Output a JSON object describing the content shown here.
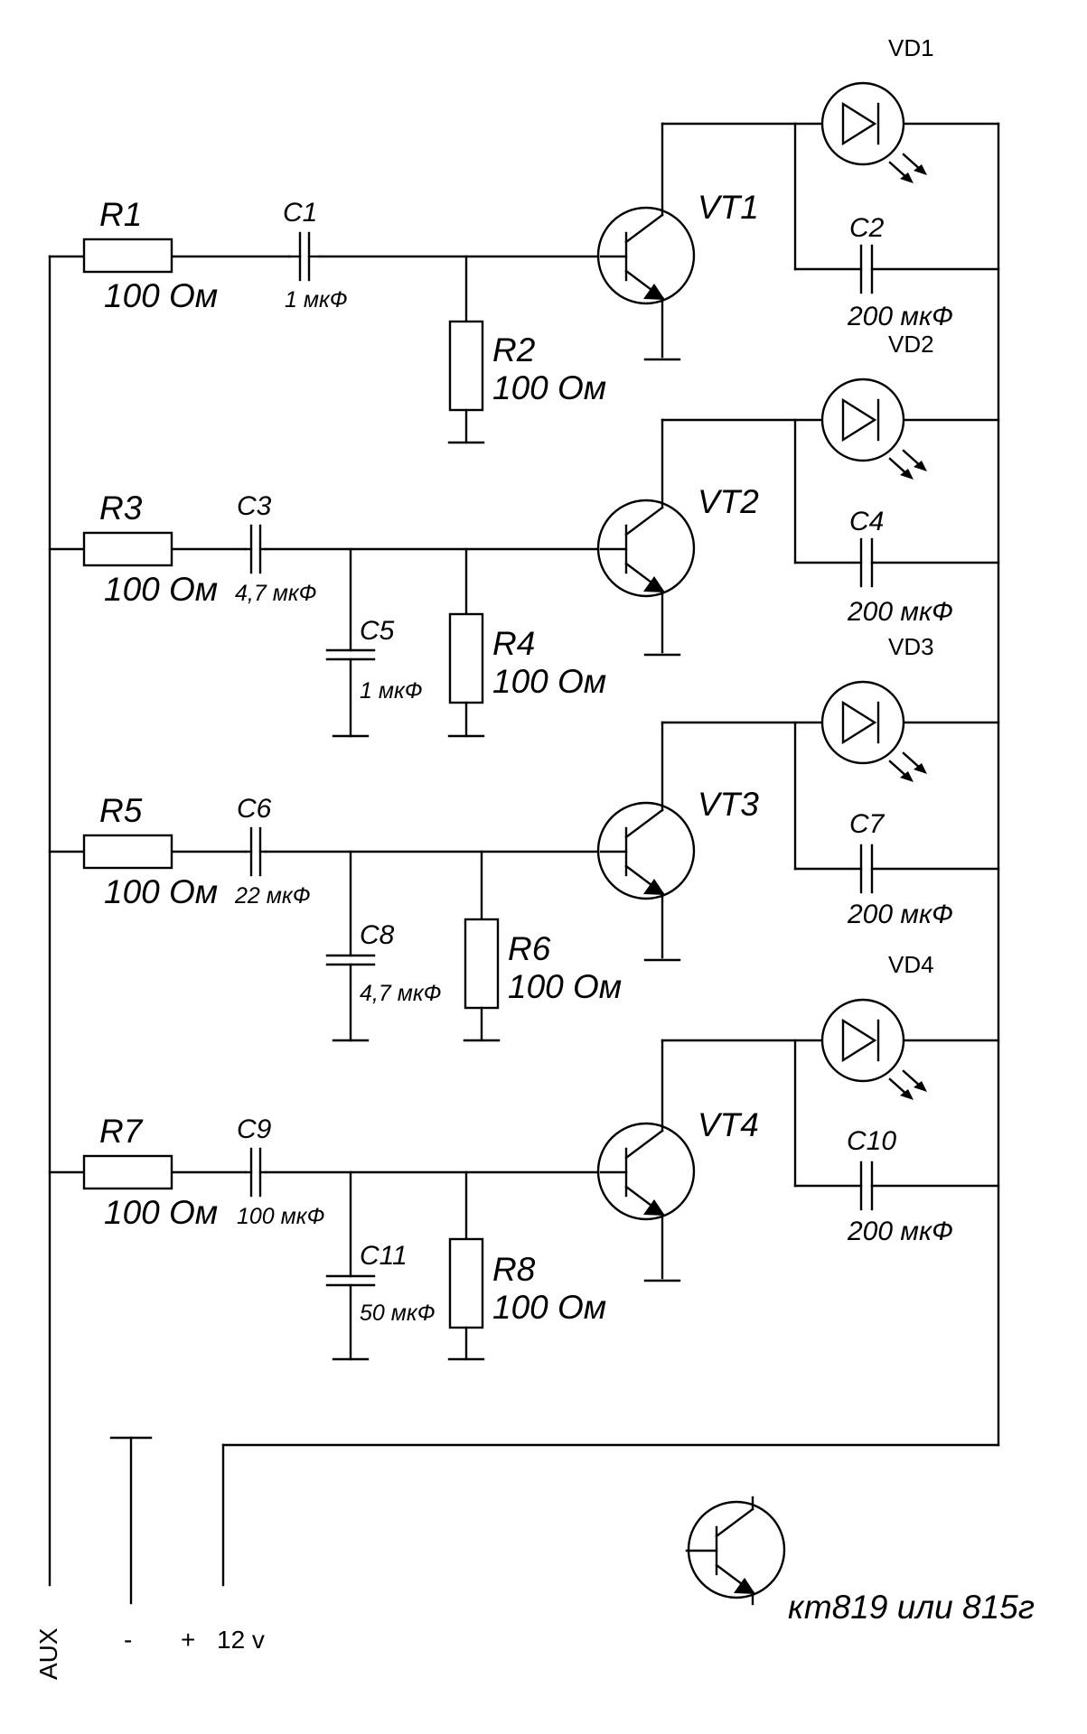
{
  "stages": [
    {
      "resistor_in": {
        "ref": "R1",
        "value": "100 Ом"
      },
      "cap_series": {
        "ref": "C1",
        "value": "1 мкФ"
      },
      "cap_shunt": null,
      "resistor_base": {
        "ref": "R2",
        "value": "100 Ом"
      },
      "transistor": {
        "ref": "VT1"
      },
      "led": {
        "ref": "VD1"
      },
      "cap_led": {
        "ref": "C2",
        "value": "200 мкФ"
      }
    },
    {
      "resistor_in": {
        "ref": "R3",
        "value": "100 Ом"
      },
      "cap_series": {
        "ref": "C3",
        "value": "4,7 мкФ"
      },
      "cap_shunt": {
        "ref": "C5",
        "value": "1 мкФ"
      },
      "resistor_base": {
        "ref": "R4",
        "value": "100 Ом"
      },
      "transistor": {
        "ref": "VT2"
      },
      "led": {
        "ref": "VD2"
      },
      "cap_led": {
        "ref": "C4",
        "value": "200 мкФ"
      }
    },
    {
      "resistor_in": {
        "ref": "R5",
        "value": "100 Ом"
      },
      "cap_series": {
        "ref": "C6",
        "value": "22 мкФ"
      },
      "cap_shunt": {
        "ref": "C8",
        "value": "4,7 мкФ"
      },
      "resistor_base": {
        "ref": "R6",
        "value": "100 Ом"
      },
      "transistor": {
        "ref": "VT3"
      },
      "led": {
        "ref": "VD3"
      },
      "cap_led": {
        "ref": "C7",
        "value": "200 мкФ"
      }
    },
    {
      "resistor_in": {
        "ref": "R7",
        "value": "100 Ом"
      },
      "cap_series": {
        "ref": "C9",
        "value": "100 мкФ"
      },
      "cap_shunt": {
        "ref": "C11",
        "value": "50 мкФ"
      },
      "resistor_base": {
        "ref": "R8",
        "value": "100 Ом"
      },
      "transistor": {
        "ref": "VT4"
      },
      "led": {
        "ref": "VD4"
      },
      "cap_led": {
        "ref": "C10",
        "value": "200 мкФ"
      }
    }
  ],
  "terminals": {
    "aux": "AUX",
    "minus": "-",
    "plus": "+",
    "voltage": "12 v"
  },
  "transistor_note": "кт819 или 815г",
  "colors": {
    "ink": "#000000",
    "paper": "#ffffff"
  }
}
